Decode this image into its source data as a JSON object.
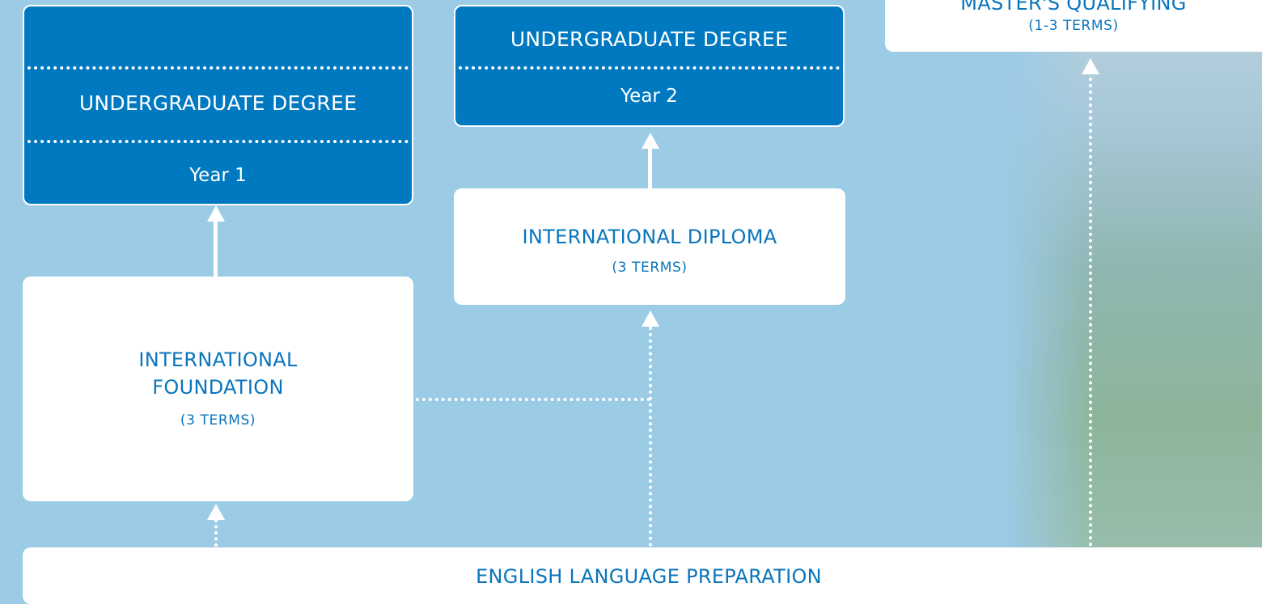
{
  "boxes": {
    "masters": {
      "title": "MASTER'S QUALIFYING",
      "sub": "(1-3 TERMS)"
    },
    "ug_year1": {
      "title": "UNDERGRADUATE DEGREE",
      "year": "Year 1"
    },
    "ug_year2": {
      "title": "UNDERGRADUATE DEGREE",
      "year": "Year 2"
    },
    "diploma": {
      "title": "INTERNATIONAL DIPLOMA",
      "sub": "(3 TERMS)"
    },
    "foundation": {
      "title_line1": "INTERNATIONAL",
      "title_line2": "FOUNDATION",
      "sub": "(3 TERMS)"
    },
    "english": {
      "title": "ENGLISH LANGUAGE PREPARATION"
    }
  },
  "colors": {
    "background": "#9ccbe6",
    "box_blue": "#0079c1",
    "text_blue": "#0a75bd",
    "white": "#ffffff"
  }
}
